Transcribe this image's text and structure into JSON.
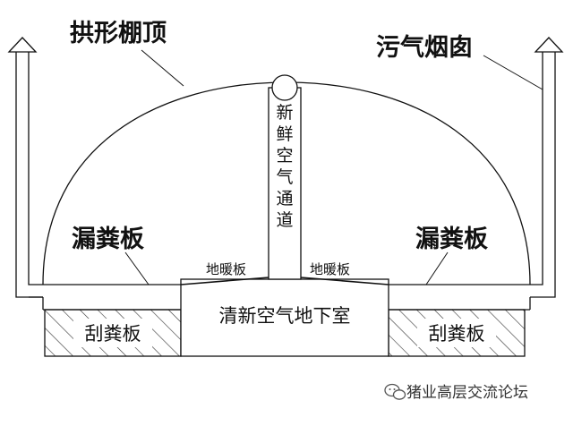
{
  "labels": {
    "arched_roof": "拱形棚顶",
    "exhaust_chimney": "污气烟囱",
    "fresh_air_channel": "新鲜空气通道",
    "slatted_floor_left": "漏粪板",
    "slatted_floor_right": "漏粪板",
    "floor_heating_left": "地暖板",
    "floor_heating_right": "地暖板",
    "scraper_left": "刮粪板",
    "scraper_right": "刮粪板",
    "basement": "清新空气地下室"
  },
  "watermark": {
    "text": "猪业高层交流论坛",
    "icon": "wechat-icon"
  }
}
